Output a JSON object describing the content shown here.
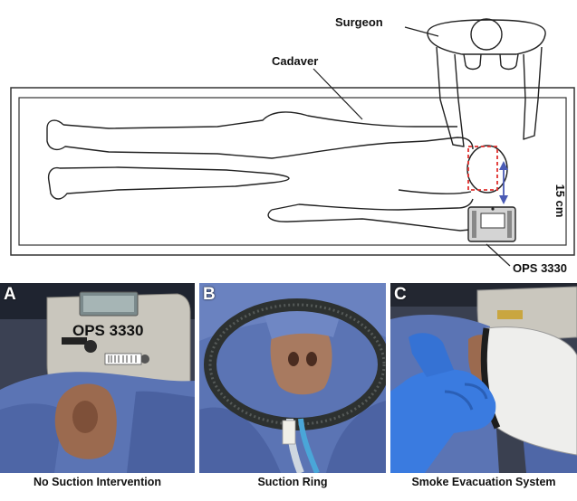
{
  "diagram": {
    "surgeon_label": "Surgeon",
    "cadaver_label": "Cadaver",
    "distance_label": "15 cm",
    "device_label": "OPS 3330"
  },
  "panels": [
    {
      "letter": "A",
      "caption": "No Suction Intervention",
      "device_text": "OPS 3330"
    },
    {
      "letter": "B",
      "caption": "Suction Ring"
    },
    {
      "letter": "C",
      "caption": "Smoke Evacuation System"
    }
  ],
  "colors": {
    "drape_blue": "#5b74b4",
    "glove_blue": "#3a7be0",
    "arrow_blue": "#4a5bb5",
    "roi_red": "#e0302e"
  }
}
